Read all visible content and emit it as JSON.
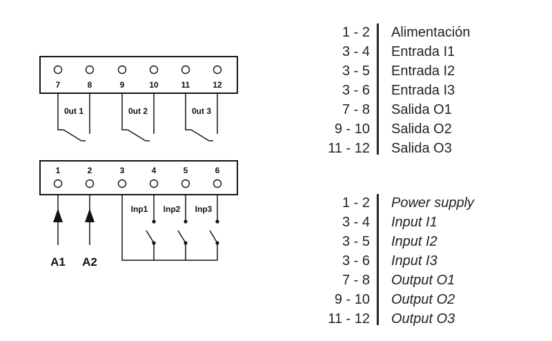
{
  "top_block": {
    "terminals": [
      "7",
      "8",
      "9",
      "10",
      "11",
      "12"
    ],
    "outputs": [
      "0ut 1",
      "0ut 2",
      "0ut 3"
    ]
  },
  "bottom_block": {
    "terminals": [
      "1",
      "2",
      "3",
      "4",
      "5",
      "6"
    ],
    "inputs": [
      "Inp1",
      "Inp2",
      "Inp3"
    ],
    "supply": [
      "A1",
      "A2"
    ]
  },
  "legend_es": [
    {
      "pins": "1 - 2",
      "desc": "Alimentación"
    },
    {
      "pins": "3 - 4",
      "desc": "Entrada I1"
    },
    {
      "pins": "3 - 5",
      "desc": "Entrada I2"
    },
    {
      "pins": "3 - 6",
      "desc": "Entrada I3"
    },
    {
      "pins": "7 - 8",
      "desc": "Salida O1"
    },
    {
      "pins": "9 - 10",
      "desc": "Salida O2"
    },
    {
      "pins": "11 - 12",
      "desc": "Salida O3"
    }
  ],
  "legend_en": [
    {
      "pins": "1 - 2",
      "desc": "Power supply"
    },
    {
      "pins": "3 - 4",
      "desc": "Input I1"
    },
    {
      "pins": "3 - 5",
      "desc": "Input I2"
    },
    {
      "pins": "3 - 6",
      "desc": "Input I3"
    },
    {
      "pins": "7 - 8",
      "desc": "Output O1"
    },
    {
      "pins": "9 - 10",
      "desc": "Output O2"
    },
    {
      "pins": "11 - 12",
      "desc": "Output O3"
    }
  ]
}
